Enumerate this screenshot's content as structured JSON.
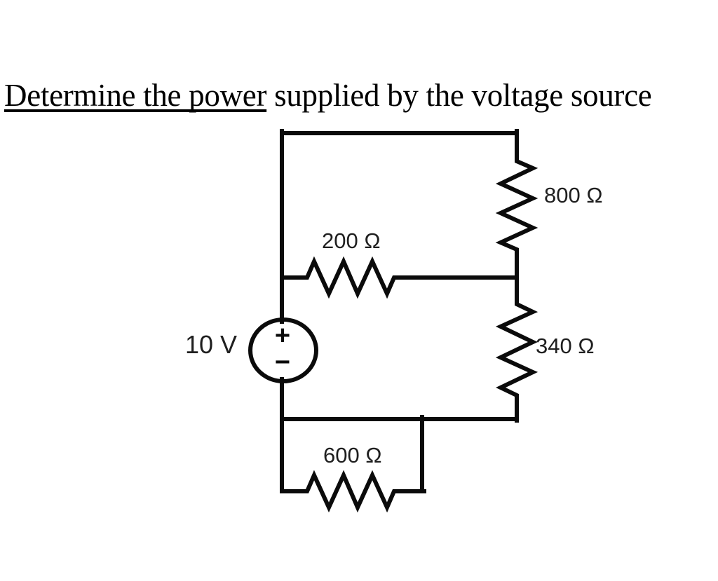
{
  "title": {
    "underlined": "Determine the power",
    "rest": " supplied by the voltage source"
  },
  "circuit": {
    "source": {
      "type": "independent-voltage-source",
      "label": "10 V",
      "plus": "+",
      "minus": "−"
    },
    "resistors": [
      {
        "label": "800 Ω",
        "value_ohms": 800,
        "orientation": "vertical",
        "position": "top-right"
      },
      {
        "label": "200 Ω",
        "value_ohms": 200,
        "orientation": "horizontal",
        "position": "middle-branch"
      },
      {
        "label": "340 Ω",
        "value_ohms": 340,
        "orientation": "vertical",
        "position": "middle-right"
      },
      {
        "label": "600 Ω",
        "value_ohms": 600,
        "orientation": "horizontal",
        "position": "bottom-loop"
      }
    ],
    "colors": {
      "line": "#0b0b0b",
      "label_text": "#1f1f1f",
      "title_text": "#000000",
      "background": "#ffffff"
    }
  }
}
